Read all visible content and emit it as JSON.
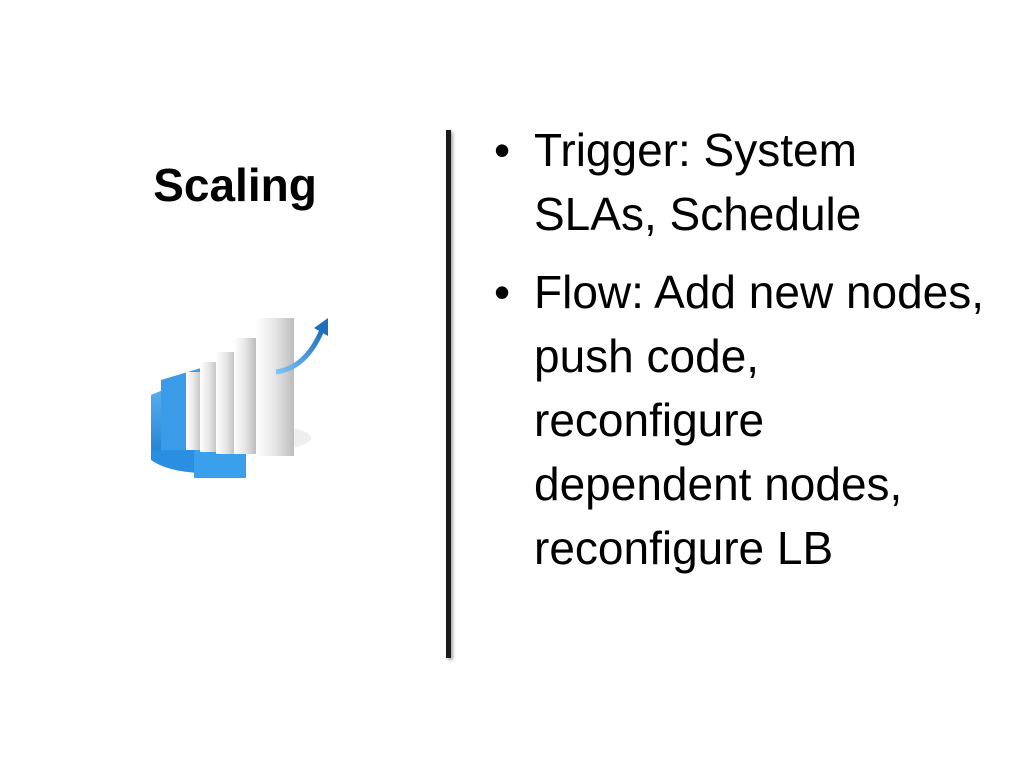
{
  "slide": {
    "title": "Scaling",
    "icon": "rising-bar-chart-icon",
    "bullets": [
      {
        "text": "Trigger: System SLAs, Schedule"
      },
      {
        "text": "Flow: Add new nodes, push code, reconfigure dependent nodes, reconfigure LB"
      }
    ]
  },
  "colors": {
    "accent_blue": "#2a8fe0",
    "bar_white": "#f2f2f2",
    "divider": "#1a1a1a"
  }
}
